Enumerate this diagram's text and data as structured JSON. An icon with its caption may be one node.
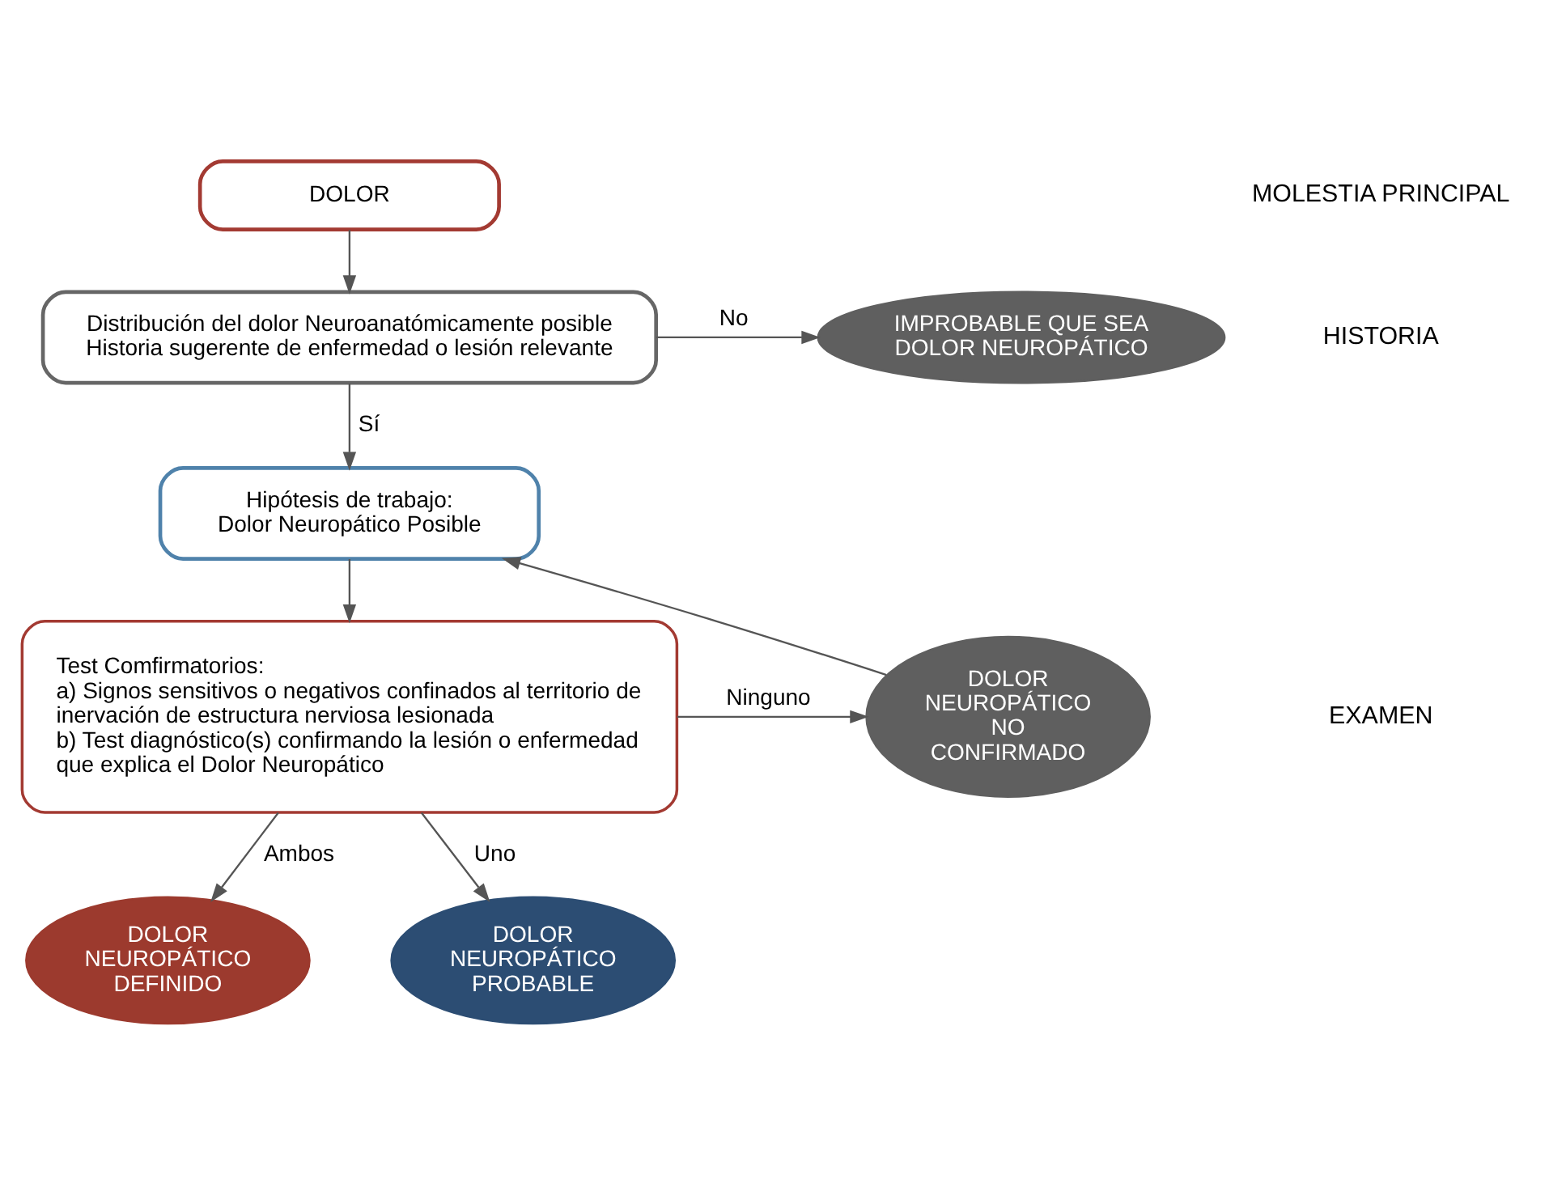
{
  "diagram": {
    "nodes": [
      {
        "text": [
          "DOLOR"
        ]
      },
      {
        "text": [
          "Distribución del dolor Neuroanatómicamente posible",
          "Historia sugerente de enfermedad o lesión relevante"
        ]
      },
      {
        "text": [
          "IMPROBABLE QUE SEA DOLOR NEUROPÁTICO"
        ]
      },
      {
        "text": [
          "Hipótesis de trabajo:",
          "Dolor Neuropático Posible"
        ]
      },
      {
        "text": [
          "Test Comfirmatorios:",
          "a) Signos sensitivos o negativos confinados al territorio de inervación de estructura nerviosa lesionada",
          "b) Test diagnóstico(s) confirmando la lesión o enfermedad que explica el Dolor Neuropático"
        ]
      },
      {
        "text": [
          "DOLOR NEUROPÁTICO NO CONFIRMADO"
        ]
      },
      {
        "text": [
          "DOLOR NEUROPÁTICO DEFINIDO"
        ]
      },
      {
        "text": [
          "DOLOR NEUROPÁTICO PROBABLE"
        ]
      }
    ],
    "edges": [
      {
        "from": 0,
        "to": 1,
        "arrow": "to"
      },
      {
        "from": 1,
        "to": 2,
        "arrow": "to",
        "label": "No"
      },
      {
        "from": 1,
        "to": 3,
        "arrow": "to",
        "label": "Sí"
      },
      {
        "from": 3,
        "to": 4,
        "arrow": "to"
      },
      {
        "from": 4,
        "to": 5,
        "arrow": "to",
        "label": "Ninguno"
      },
      {
        "from": 5,
        "to": 3,
        "arrow": "to"
      },
      {
        "from": 4,
        "to": 6,
        "arrow": "to",
        "label": "Ambos"
      },
      {
        "from": 4,
        "to": 7,
        "arrow": "to",
        "label": "Uno"
      }
    ],
    "labels": [
      "MOLESTIA PRINCIPAL",
      "HISTORIA",
      "EXAMEN"
    ]
  }
}
